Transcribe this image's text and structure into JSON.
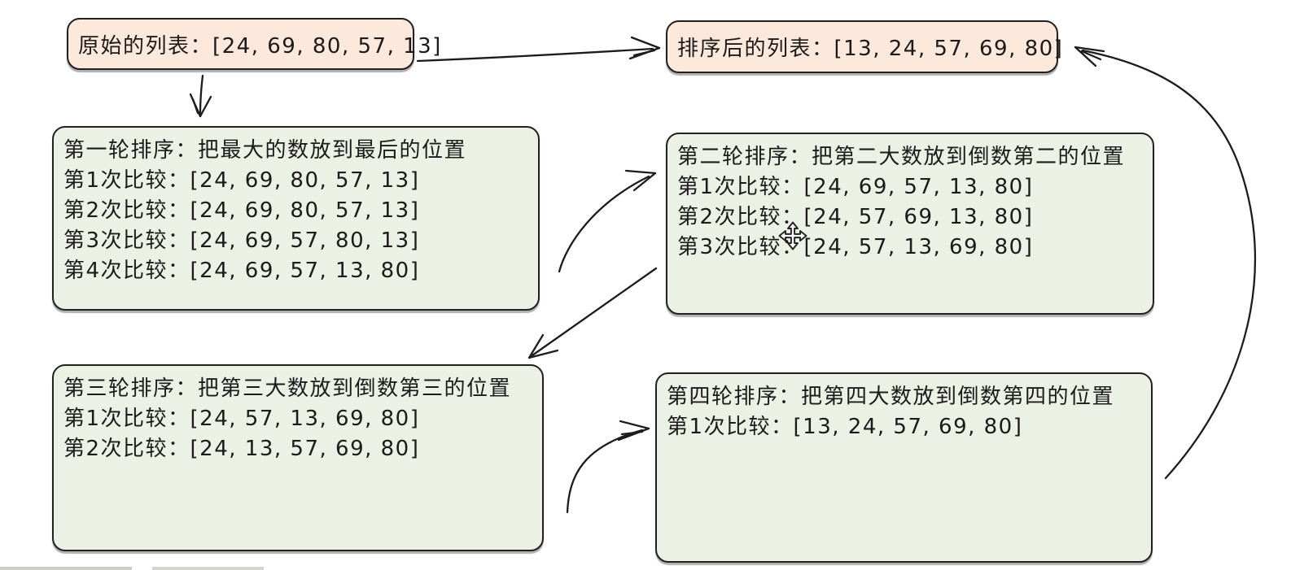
{
  "diagram": {
    "title_semantic": "bubble-sort-rounds-flowchart",
    "colors": {
      "list_box_fill": "#fce9dc",
      "round_box_fill": "#ebf1e5",
      "stroke": "#1c1c1c",
      "text": "#1b1b1b"
    },
    "original_list": {
      "label": "原始的列表：[24, 69, 80, 57, 13]"
    },
    "sorted_list": {
      "label": "排序后的列表：[13, 24, 57, 69, 80]"
    },
    "rounds": [
      {
        "title": "第一轮排序：把最大的数放到最后的位置",
        "steps": [
          "第1次比较：[24, 69, 80, 57, 13]",
          "第2次比较：[24, 69, 80, 57, 13]",
          "第3次比较：[24, 69, 57, 80, 13]",
          "第4次比较：[24, 69, 57, 13, 80]"
        ]
      },
      {
        "title": "第二轮排序：把第二大数放到倒数第二的位置",
        "steps": [
          "第1次比较：[24, 69, 57, 13, 80]",
          "第2次比较：[24, 57, 69, 13, 80]",
          "第3次比较：[24, 57, 13, 69, 80]"
        ]
      },
      {
        "title": "第三轮排序：把第三大数放到倒数第三的位置",
        "steps": [
          "第1次比较：[24, 57, 13, 69, 80]",
          "第2次比较：[24, 13, 57, 69, 80]"
        ]
      },
      {
        "title": "第四轮排序：把第四大数放到倒数第四的位置",
        "steps": [
          "第1次比较：[13, 24, 57, 69, 80]"
        ]
      }
    ],
    "icons": {
      "move_cursor": "move-cursor"
    }
  }
}
